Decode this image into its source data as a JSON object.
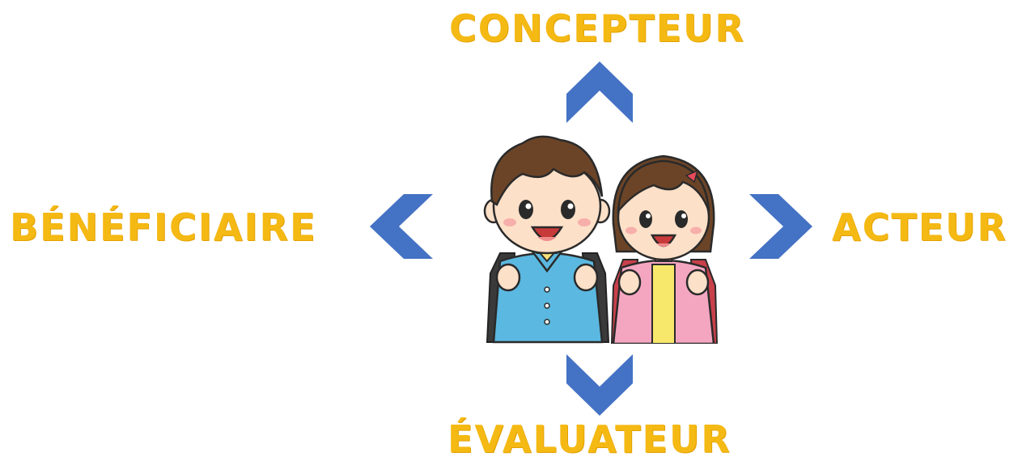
{
  "diagram": {
    "center": {
      "icon": "two-students-with-backpacks"
    },
    "roles": {
      "top": "CONCEPTEUR",
      "left": "BÉNÉFICIAIRE",
      "right": "ACTEUR",
      "bottom": "ÉVALUATEUR"
    },
    "colors": {
      "label": "#f5b914",
      "arrow": "#4472c4"
    }
  }
}
